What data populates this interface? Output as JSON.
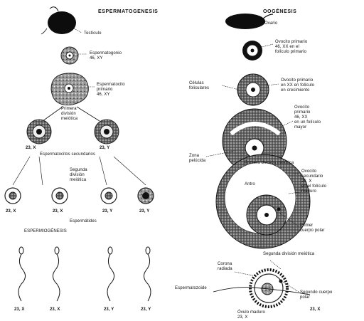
{
  "left": {
    "title": "ESPERMATOGENESIS",
    "testis": "Testículo",
    "spermatogonium": "Espermatogonio\n46, XY",
    "primary_spermatocyte": "Espermatocito\nprimario\n46, XY",
    "first_division": "Primera\ndivisión\nmeiótica",
    "karyo_secondary_left": "23, X",
    "karyo_secondary_right": "23, Y",
    "secondary_spermatocytes": "Espermatocitos secundarios",
    "second_division": "Segunda\ndivisión\nmeiótica",
    "karyo_spermatid_1": "23, X",
    "karyo_spermatid_2": "23, X",
    "karyo_spermatid_3": "23, Y",
    "karyo_spermatid_4": "23, Y",
    "spermatids": "Espermátides",
    "spermiogenesis": "ESPERMIOGÉNESIS",
    "karyo_sperm_1": "23, X",
    "karyo_sperm_2": "23, X",
    "karyo_sperm_3": "23, Y",
    "karyo_sperm_4": "23, Y"
  },
  "right": {
    "title": "OOGÉNESIS",
    "ovary": "Ovario",
    "primary_oocyte_primordial": "Ovocito primario\n46, XX en el\nfolículo primario",
    "follicular_cells": "Células\nfoliculares",
    "primary_oocyte_growing": "Ovocito primario\nen XX en folículo\nen crecimiento",
    "primary_oocyte_larger": "Ovocito\nprimario\n46, XX\nen un folículo\nmayor",
    "zona_pellucida": "Zona\npelúcida",
    "first_division": "Primera división meiótica",
    "secondary_oocyte": "Ovocito\nsecundario\n23, X\nen el folículo\nmaduro",
    "antrum": "Antro",
    "first_polar_body": "Primer\ncuerpo polar",
    "second_division": "Segunda división meiótica",
    "corona_radiata": "Corona\nradiada",
    "spermatozoon": "Espermatozoide",
    "second_polar_body": "Segundo cuerpo\npolar",
    "karyo_polar": "23, X",
    "mature_ovum": "Óvulo maduro\n23, X"
  }
}
